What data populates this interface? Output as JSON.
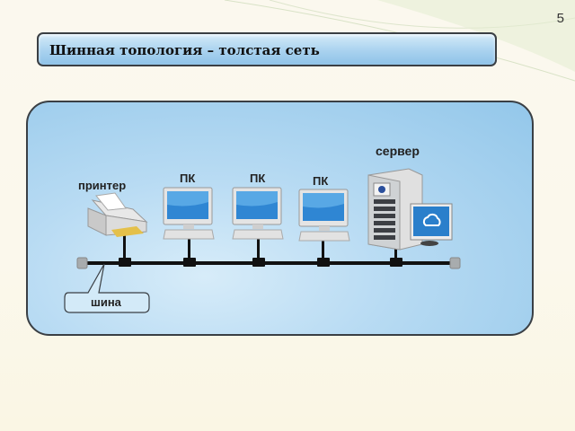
{
  "slide": {
    "number": "5",
    "title": "Шинная топология – толстая сеть"
  },
  "diagram": {
    "type": "bus-topology",
    "nodes": [
      {
        "id": "printer",
        "label": "принтер"
      },
      {
        "id": "pc1",
        "label": "ПК"
      },
      {
        "id": "pc2",
        "label": "ПК"
      },
      {
        "id": "pc3",
        "label": "ПК"
      },
      {
        "id": "server",
        "label": "сервер"
      }
    ],
    "bus_label": "шина"
  },
  "colors": {
    "panel_blue": "#93c7ea",
    "title_blue": "#a9d2ef",
    "cable": "#111111",
    "border": "#3a3f44"
  }
}
